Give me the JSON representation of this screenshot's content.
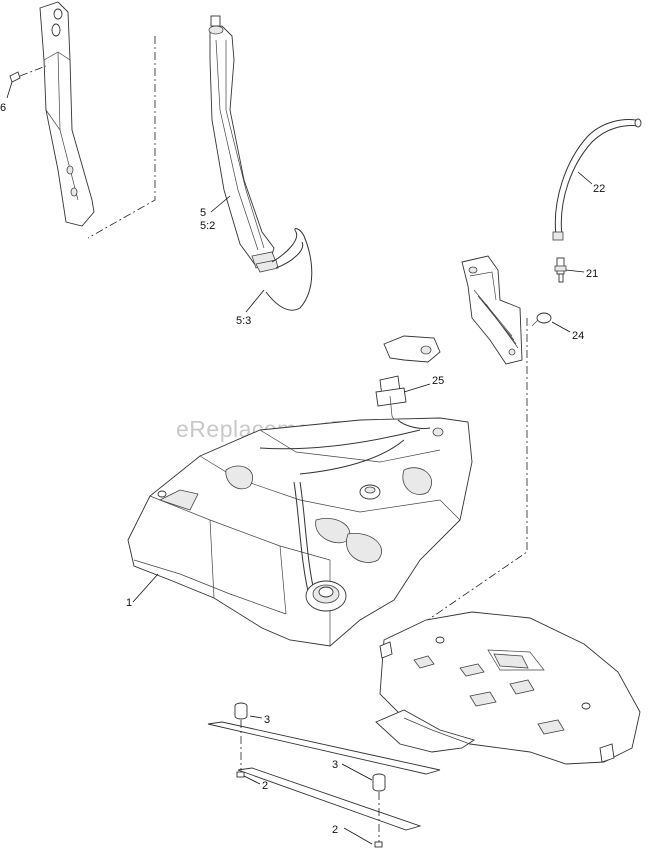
{
  "watermark": "eReplacementParts.com",
  "callouts": {
    "c1": "1",
    "c2a": "2",
    "c2b": "2",
    "c3a": "3",
    "c3b": "3",
    "c5": "5",
    "c5_2": "5:2",
    "c5_3": "5:3",
    "c6": "6",
    "c21": "21",
    "c22": "22",
    "c24": "24",
    "c25": "25"
  }
}
